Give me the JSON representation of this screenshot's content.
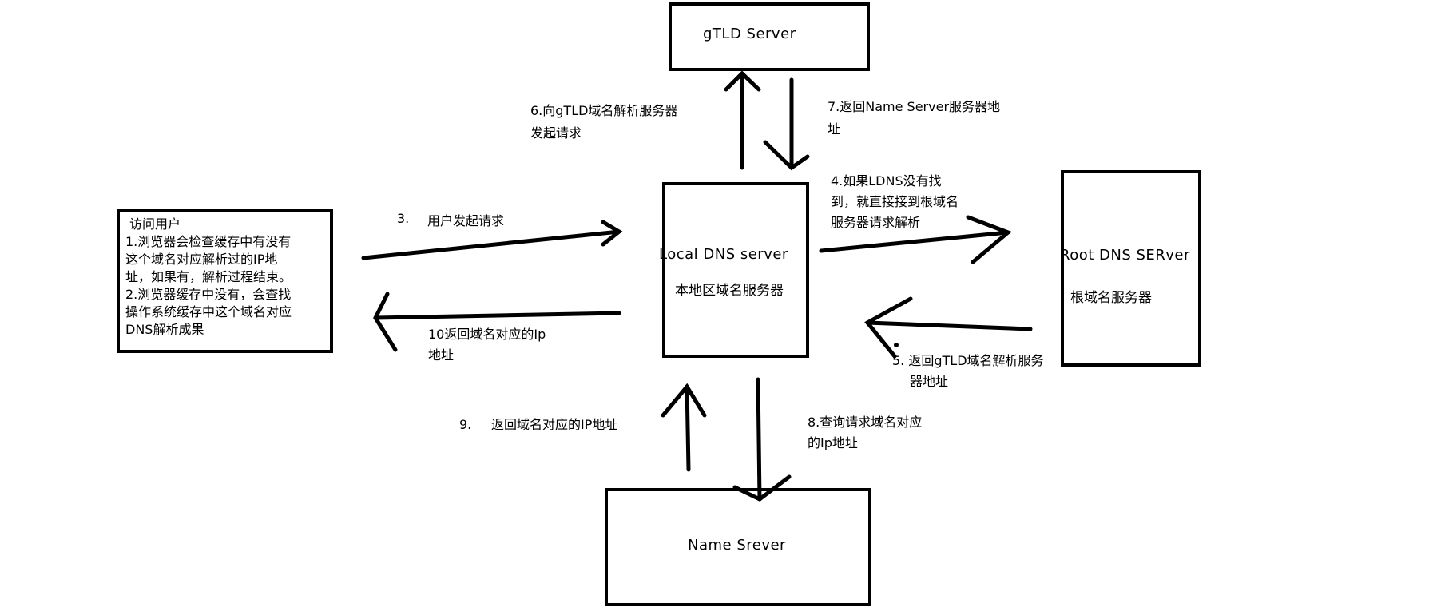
{
  "nodes": {
    "gtld": {
      "label": "gTLD Server"
    },
    "local": {
      "label": "Local DNS server",
      "sub": "本地区域名服务器"
    },
    "root": {
      "label": "Root DNS SERver",
      "sub": "根域名服务器"
    },
    "name": {
      "label": "Name Srever"
    },
    "user": {
      "title": "访问用户",
      "lines": [
        "1.浏览器会检查缓存中有没有",
        "这个域名对应解析过的IP地",
        "址，如果有，解析过程结束。",
        "2.浏览器缓存中没有，会查找",
        "操作系统缓存中这个域名对应",
        "DNS解析成果"
      ]
    }
  },
  "edges": {
    "e3": {
      "num": "3.",
      "text": "用户发起请求"
    },
    "e4": {
      "lines": [
        "4.如果LDNS没有找",
        "到，就直接接到根域名",
        "服务器请求解析"
      ]
    },
    "e5": {
      "lines": [
        "5. 返回gTLD域名解析服务",
        "器地址"
      ]
    },
    "e6": {
      "lines": [
        "6.向gTLD域名解析服务器",
        "发起请求"
      ]
    },
    "e7": {
      "lines": [
        "7.返回Name Server服务器地",
        "址"
      ]
    },
    "e8": {
      "lines": [
        "8.查询请求域名对应",
        "的Ip地址"
      ]
    },
    "e9": {
      "num": "9.",
      "text": "返回域名对应的IP地址"
    },
    "e10": {
      "lines": [
        "10返回域名对应的Ip",
        "地址"
      ]
    }
  }
}
